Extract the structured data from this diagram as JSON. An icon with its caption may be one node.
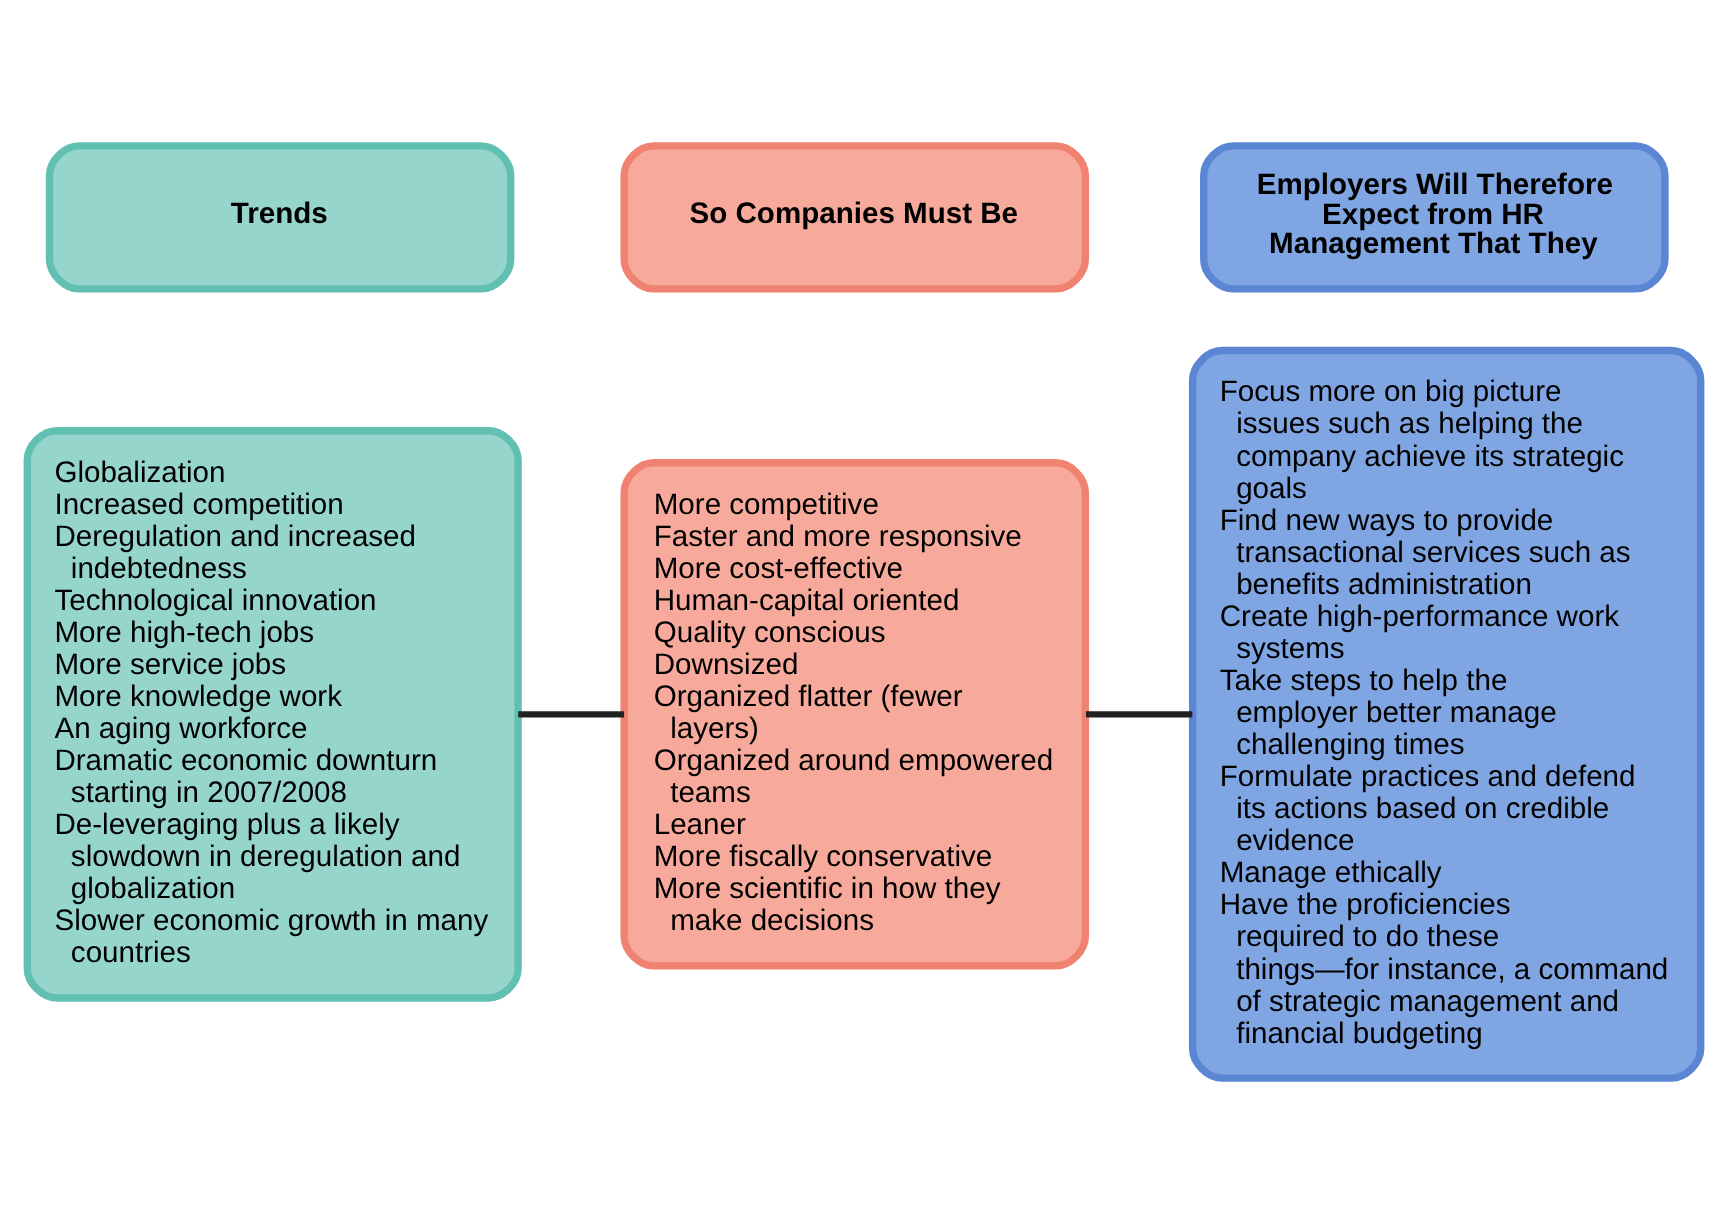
{
  "diagram": {
    "nodes": [
      {
        "text": [
          "Trends"
        ]
      },
      {
        "text": [
          "So Companies Must Be"
        ]
      },
      {
        "text": [
          "Employers Will Therefore Expect from HR Management That They"
        ]
      },
      {
        "text": [
          "Globalization",
          "Increased competition",
          "Deregulation and increased indebtedness",
          "Technological innovation",
          "More high-tech jobs",
          "More service jobs",
          "More knowledge work",
          "An aging workforce",
          "Dramatic economic downturn starting in 2007/2008",
          "De-leveraging plus a likely slowdown in deregulation and globalization",
          "Slower economic growth in many countries"
        ]
      },
      {
        "text": [
          "More competitive",
          "Faster and more responsive",
          "More cost-effective",
          "Human-capital oriented",
          "Quality conscious",
          "Downsized",
          "Organized flatter (fewer layers)",
          "Organized around empowered teams",
          "Leaner",
          "More fiscally conservative",
          "More scientific in how they make decisions"
        ]
      },
      {
        "text": [
          "Focus more on big picture issues such as helping the company achieve its strategic goals",
          "Find new ways to provide transactional services such as benefits administration",
          "Create high-performance work systems",
          "Take steps to help the employer better manage challenging times",
          "Formulate practices and defend its actions based on credible evidence",
          "Manage ethically",
          "Have the proficiencies required to do these things—for instance, a command of strategic management and financial budgeting"
        ]
      }
    ],
    "edges": [
      {
        "from": 3,
        "to": 4,
        "arrow": "none"
      },
      {
        "from": 4,
        "to": 5,
        "arrow": "none"
      }
    ]
  }
}
